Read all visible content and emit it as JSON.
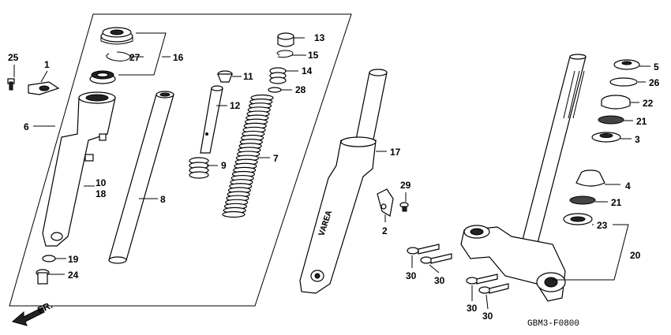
{
  "diagram_code": "GBM3-F0800",
  "front_label": "FR.",
  "callouts": {
    "c1": "1",
    "c2": "2",
    "c3": "3",
    "c4": "4",
    "c5": "5",
    "c6": "6",
    "c7": "7",
    "c8": "8",
    "c9": "9",
    "c10": "10",
    "c11": "11",
    "c12": "12",
    "c13": "13",
    "c14": "14",
    "c15": "15",
    "c16": "16",
    "c17": "17",
    "c18": "18",
    "c19": "19",
    "c20": "20",
    "c21a": "21",
    "c21b": "21",
    "c22": "22",
    "c23": "23",
    "c24": "24",
    "c25": "25",
    "c26": "26",
    "c27": "27",
    "c28": "28",
    "c29": "29",
    "c30a": "30",
    "c30b": "30",
    "c30c": "30",
    "c30d": "30"
  }
}
